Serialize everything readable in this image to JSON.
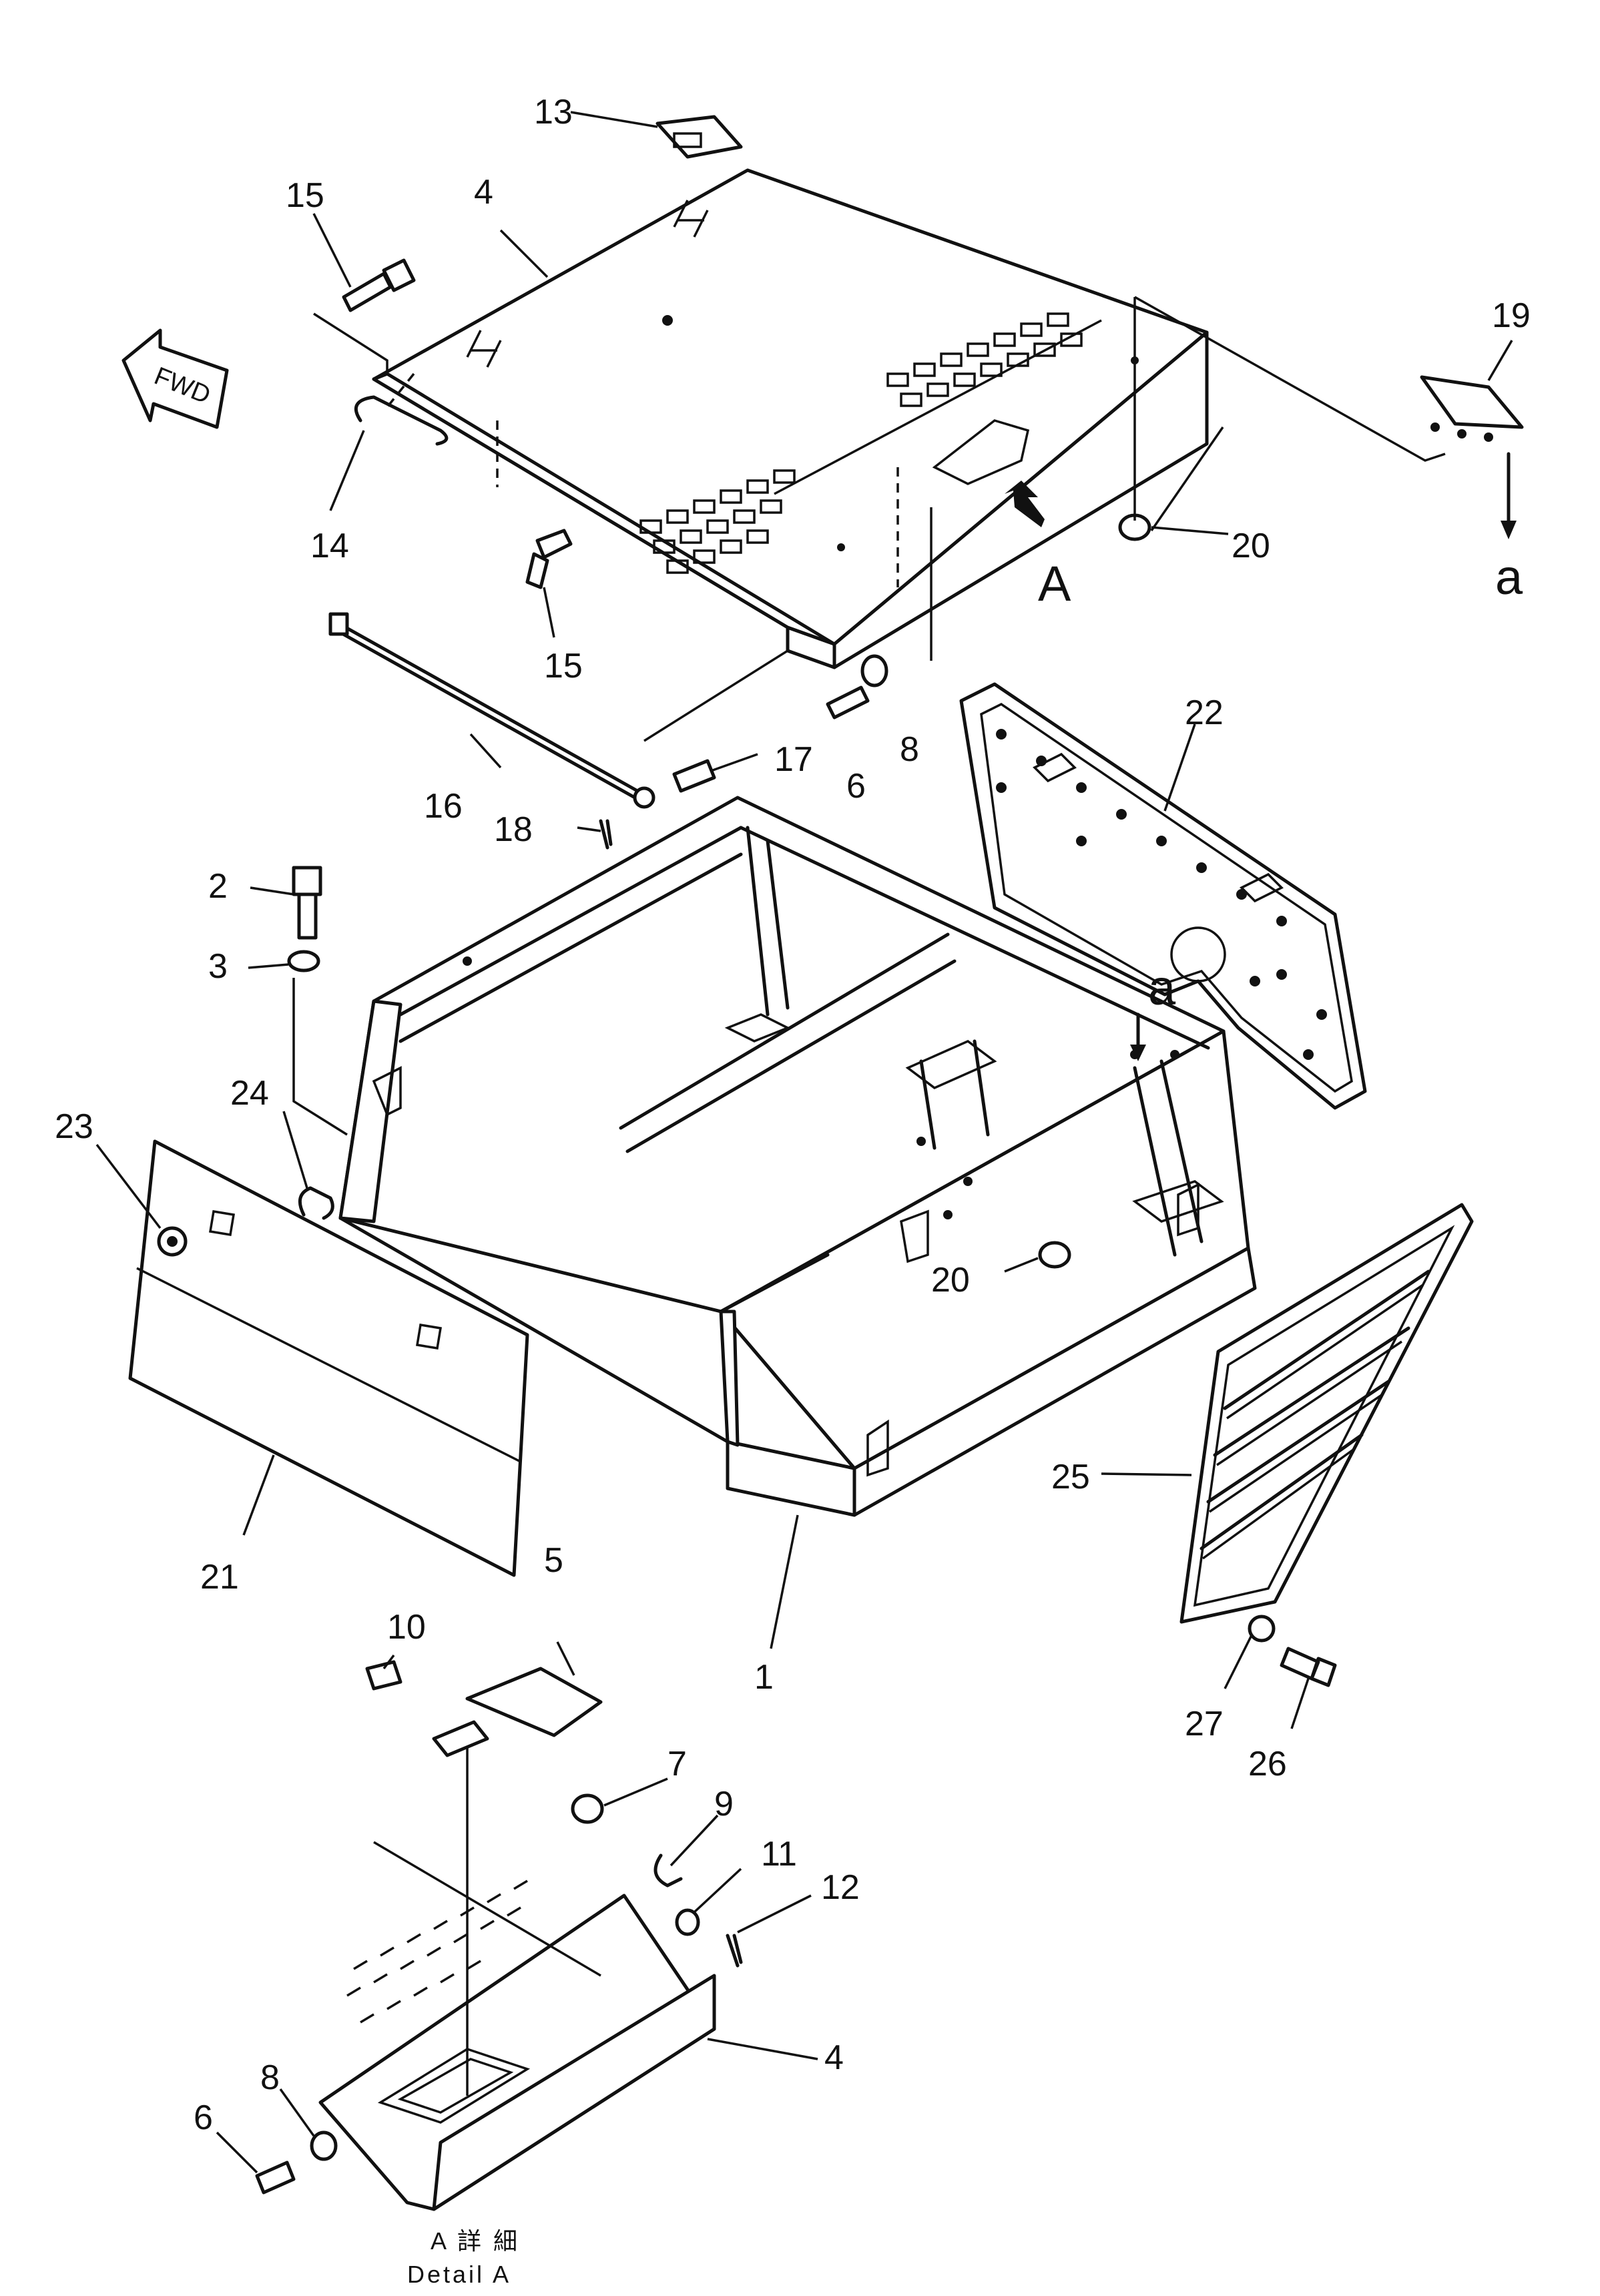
{
  "labels": {
    "p1": "1",
    "p2": "2",
    "p3": "3",
    "p4": "4",
    "p4b": "4",
    "p5": "5",
    "p6": "6",
    "p6b": "6",
    "p7": "7",
    "p8": "8",
    "p8b": "8",
    "p9": "9",
    "p10": "10",
    "p11": "11",
    "p12": "12",
    "p13": "13",
    "p14": "14",
    "p15": "15",
    "p15b": "15",
    "p16": "16",
    "p17": "17",
    "p18": "18",
    "p19": "19",
    "p20": "20",
    "p20b": "20",
    "p21": "21",
    "p22": "22",
    "p23": "23",
    "p24": "24",
    "p25": "25",
    "p26": "26",
    "p27": "27"
  },
  "markers": {
    "view_a": "A",
    "ref_a_top": "a",
    "ref_a_frame": "a",
    "fwd": "FWD"
  },
  "caption": {
    "line1": "A 詳 細",
    "line2": "Detail A"
  }
}
